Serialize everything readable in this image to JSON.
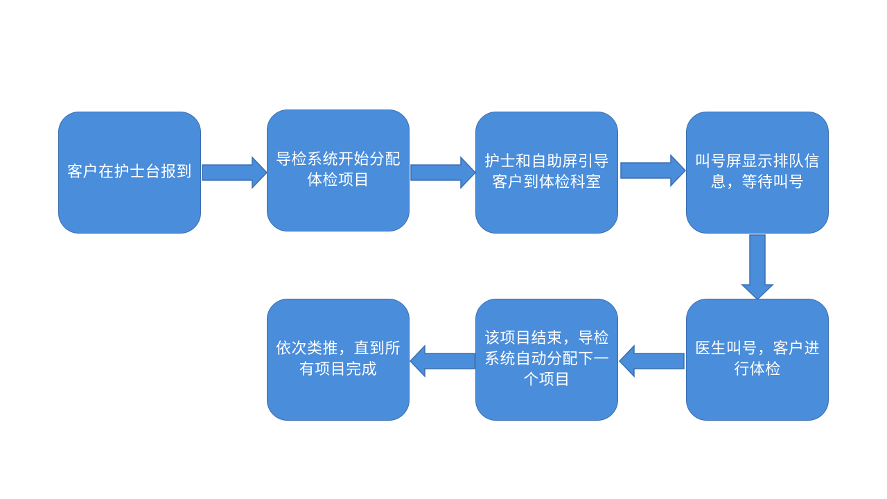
{
  "diagram": {
    "nodes": [
      {
        "id": "n1",
        "text": "客户在护士台报到"
      },
      {
        "id": "n2",
        "text": "导检系统开始分配体检项目"
      },
      {
        "id": "n3",
        "text": "护士和自助屏引导客户到体检科室"
      },
      {
        "id": "n4",
        "text": "叫号屏显示排队信息，等待叫号"
      },
      {
        "id": "n5",
        "text": "医生叫号，客户进行体检"
      },
      {
        "id": "n6",
        "text": "该项目结束，导检系统自动分配下一个项目"
      },
      {
        "id": "n7",
        "text": "依次类推，直到所有项目完成"
      }
    ],
    "colors": {
      "node_fill": "#4a8ddb",
      "node_border": "#3a6fb0",
      "node_text": "#ffffff",
      "arrow_fill": "#4a8ddb",
      "arrow_border": "#3a6fb0"
    }
  }
}
